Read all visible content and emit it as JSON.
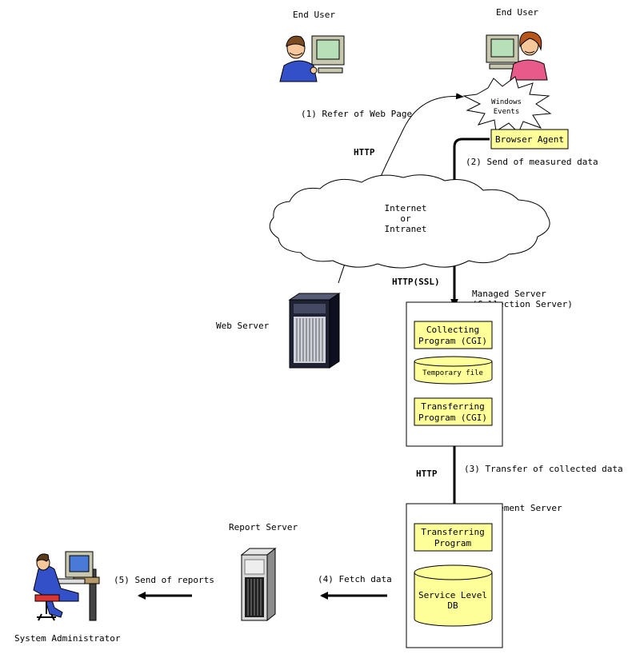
{
  "actors": {
    "end_user_left": "End User",
    "end_user_right": "End User",
    "web_server": "Web Server",
    "report_server": "Report Server",
    "system_administrator": "System Administrator"
  },
  "events": {
    "line1": "Windows",
    "line2": "Events"
  },
  "cloud": {
    "line1": "Internet",
    "line2": "or",
    "line3": "Intranet"
  },
  "protocols": {
    "http_top": "HTTP",
    "http_ssl": "HTTP(SSL)",
    "http_bottom": "HTTP"
  },
  "steps": {
    "s1": "(1) Refer of Web Page",
    "s2": "(2) Send of measured data",
    "s3": "(3) Transfer of collected data",
    "s4": "(4) Fetch data",
    "s5": "(5) Send of reports"
  },
  "browser_agent": "Browser Agent",
  "managed_server": {
    "title_line1": "Managed Server",
    "title_line2": "(Collection Server)",
    "collecting_line1": "Collecting",
    "collecting_line2": "Program (CGI)",
    "temporary_file": "Temporary file",
    "transferring_line1": "Transferring",
    "transferring_line2": "Program (CGI)"
  },
  "management_server": {
    "title": "Management Server",
    "transferring_line1": "Transferring",
    "transferring_line2": "Program",
    "db_line1": "Service Level",
    "db_line2": "DB"
  },
  "colors": {
    "box_fill": "#ffff99",
    "skin": "#f5c79a",
    "shirt_blue": "#3350c8",
    "monitor": "#c8c8b0",
    "screen": "#b8e0b8",
    "server_dark": "#1e2233"
  }
}
